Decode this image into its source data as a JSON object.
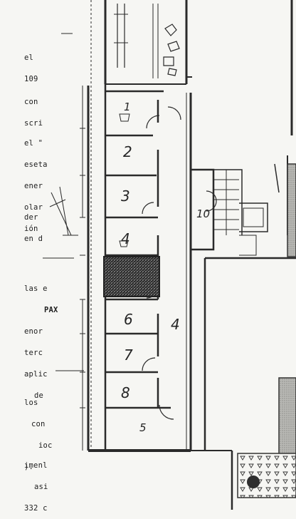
{
  "margin_notes": [
    {
      "id": "n1",
      "lines": [
        "el",
        "109"
      ]
    },
    {
      "id": "n2",
      "lines": [
        "con",
        "scri"
      ]
    },
    {
      "id": "n3",
      "lines": [
        "el \"",
        "eseta",
        "ener",
        "olar",
        "ión"
      ]
    },
    {
      "id": "n4",
      "lines": [
        "der",
        "en d"
      ]
    },
    {
      "id": "n5",
      "lines": [
        "las e",
        "PAX",
        "enor",
        "terc",
        "aplic",
        "de"
      ]
    },
    {
      "id": "n6",
      "lines": [
        "los",
        "con",
        "ioc",
        ")."
      ]
    },
    {
      "id": "n7",
      "lines": [
        "imenl",
        "asi",
        "332 c"
      ]
    }
  ],
  "rooms": [
    {
      "id": "r1",
      "label": "1"
    },
    {
      "id": "r2",
      "label": "2"
    },
    {
      "id": "r3",
      "label": "3"
    },
    {
      "id": "r4",
      "label": "4"
    },
    {
      "id": "r6",
      "label": "6"
    },
    {
      "id": "r7",
      "label": "7"
    },
    {
      "id": "r8",
      "label": "8"
    },
    {
      "id": "r5",
      "label": "5"
    },
    {
      "id": "corridor",
      "label": "4"
    },
    {
      "id": "r10",
      "label": "10"
    }
  ],
  "colors": {
    "ink": "#2a2a2a",
    "paper": "#f6f6f3",
    "hatch": "#3a3a3a"
  }
}
